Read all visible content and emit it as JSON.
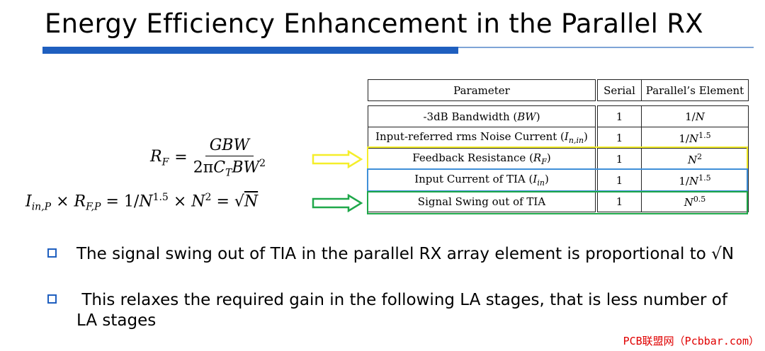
{
  "slide": {
    "title": "Energy Efficiency Enhancement in the Parallel RX"
  },
  "table": {
    "headers": [
      "Parameter",
      "Serial",
      "Parallel’s Element"
    ],
    "rows": [
      {
        "parameter": "-3dB Bandwidth (BW)",
        "serial": "1",
        "parallel": "1/N"
      },
      {
        "parameter": "Input-referred rms Noise Current (In,in)",
        "serial": "1",
        "parallel": "1/N^1.5"
      },
      {
        "parameter": "Feedback Resistance (RF)",
        "serial": "1",
        "parallel": "N^2"
      },
      {
        "parameter": "Input Current of TIA (Iin)",
        "serial": "1",
        "parallel": "1/N^1.5"
      },
      {
        "parameter": "Signal Swing out of TIA",
        "serial": "1",
        "parallel": "N^0.5"
      }
    ]
  },
  "equations": {
    "rf": "R_F = GBW / (2πC_T BW^2)",
    "swing": "I_in,P × R_F,P = 1/N^1.5 × N^2 = √N"
  },
  "bullets": [
    "The signal swing out of TIA in the parallel RX array element is proportional to √N",
    " This relaxes the required gain in the following LA stages, that is less number of LA stages"
  ],
  "watermark": "PCB联盟网（Pcbbar.com）",
  "colors": {
    "accent_blue": "#1f5fbf",
    "highlight_yellow": "#f5ee2a",
    "highlight_blue": "#3f8fd8",
    "highlight_green": "#1fa84a",
    "watermark_red": "#e00000"
  }
}
